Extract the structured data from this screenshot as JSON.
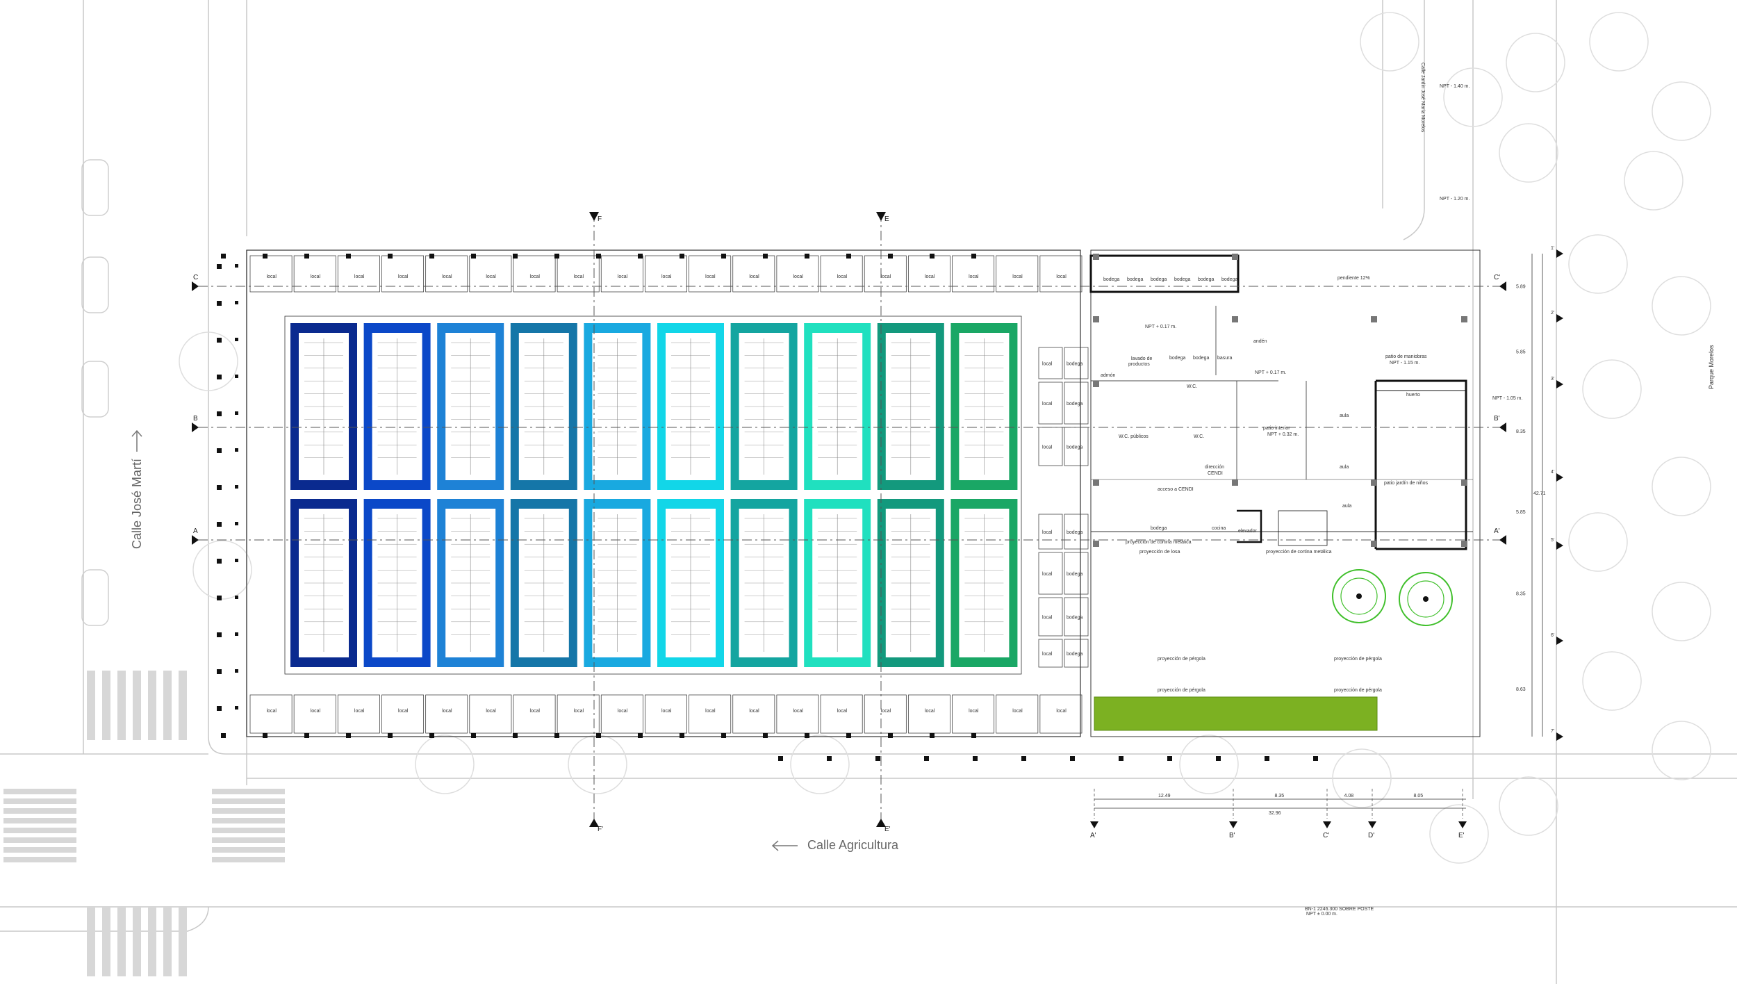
{
  "streets": {
    "marti": "Calle José Martí",
    "agricultura": "Calle Agricultura",
    "jardin": "Calle Jardin José María Morelos",
    "parque": "Parque Morelos"
  },
  "rooms": {
    "local": "local",
    "bodega": "bodega",
    "pendiente": "pendiente 12%",
    "anden": "andén",
    "lavado": "lavado de",
    "productos": "productos",
    "basura": "basura",
    "admon": "admón",
    "patio_maniobras": "patio de maniobras",
    "huerto": "huerto",
    "aula": "aula",
    "wc": "W.C.",
    "wc_publicos": "W.C. públicos",
    "patio_interior": "patio interior",
    "direccion": "dirección",
    "cendi": "CENDI",
    "patio_jardin": "patio jardín de niños",
    "acceso": "acceso a CENDI",
    "cocina": "cocina",
    "elevador": "elevador",
    "proy_cortina": "proyección de cortina metálica",
    "proy_losa": "proyección de losa",
    "proy_pergola": "proyección de pérgola",
    "levels": [
      "NPT + 0.17 m.",
      "NPT + 0.32 m.",
      "NPT - 1.15 m.",
      "NPT - 1.40 m.",
      "NPT - 1.20 m.",
      "NPT - 1.05 m.",
      "NPT ± 0.00 m."
    ]
  },
  "axes": {
    "rows": [
      "C",
      "B",
      "A"
    ],
    "sections": [
      "F",
      "E"
    ],
    "sections_bottom": [
      "F'",
      "E'"
    ],
    "right_rows": [
      "C'",
      "B'",
      "A'"
    ],
    "bottom_cols": [
      "A'",
      "B'",
      "C'",
      "D'",
      "E'"
    ],
    "right_numbers": [
      "1'",
      "2'",
      "3'",
      "4'",
      "5'",
      "6'",
      "7'"
    ]
  },
  "dimensions": {
    "bottom": [
      "12.49",
      "8.35",
      "4.08",
      "8.05"
    ],
    "bottom_total": "32.96",
    "right": [
      "5.89",
      "5.85",
      "8.35",
      "5.85",
      "8.35",
      "8.63"
    ],
    "right_total": "42.71"
  },
  "market_blocks": {
    "colors": [
      "#0a2a8f",
      "#0b48c8",
      "#1e82d6",
      "#1576a8",
      "#19a9e0",
      "#12d6e8",
      "#14a5a0",
      "#20e0bf",
      "#13997d",
      "#1aa765"
    ]
  },
  "annotation": {
    "bn": "BN-1 2246.300 SOBRE POSTE"
  }
}
